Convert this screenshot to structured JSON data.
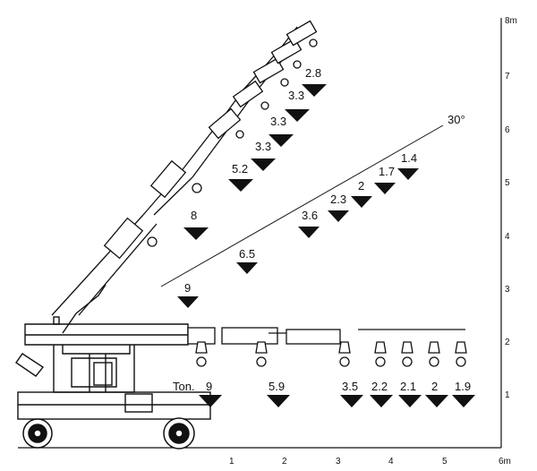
{
  "axes": {
    "x_ticks": [
      "1",
      "2",
      "3",
      "4",
      "5"
    ],
    "x_end_label": "6m",
    "y_ticks": [
      "1",
      "2",
      "3",
      "4",
      "5",
      "6",
      "7"
    ],
    "y_end_label": "8m"
  },
  "angle_label": "30°",
  "ton_label": "Ton.",
  "horizontal_loads": [
    "9",
    "5.9",
    "3.5",
    "2.2",
    "2.1",
    "2",
    "1.9"
  ],
  "angled_loads": [
    "9",
    "6.5",
    "3.6",
    "2.3",
    "2",
    "1.7",
    "1.4"
  ],
  "raised_loads": [
    "8",
    "5.2",
    "3.3",
    "3.3",
    "3.3",
    "2.8"
  ],
  "colors": {
    "ink": "#111111",
    "background": "#ffffff"
  }
}
